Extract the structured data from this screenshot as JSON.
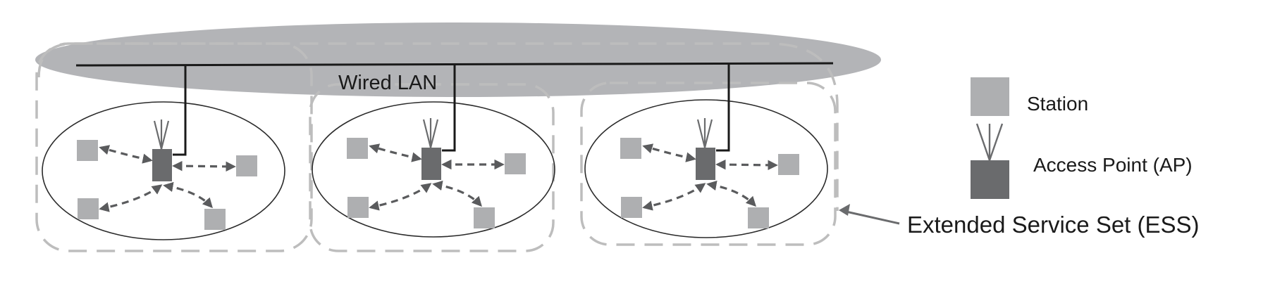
{
  "diagram": {
    "wired_lan_label": "Wired LAN",
    "ess_label": "Extended Service Set (ESS)",
    "legend": {
      "station_label": "Station",
      "ap_label": "Access Point (AP)"
    }
  },
  "colors": {
    "lan_fill": "#b3b4b7",
    "station": "#aeafb1",
    "access_point": "#6a6b6d",
    "dashed_boundary": "#bdbdbd",
    "arrow": "#5a5b5d",
    "line": "#1a1a1a"
  },
  "icons": {
    "station": "gray-square",
    "access_point": "antenna-tower"
  }
}
